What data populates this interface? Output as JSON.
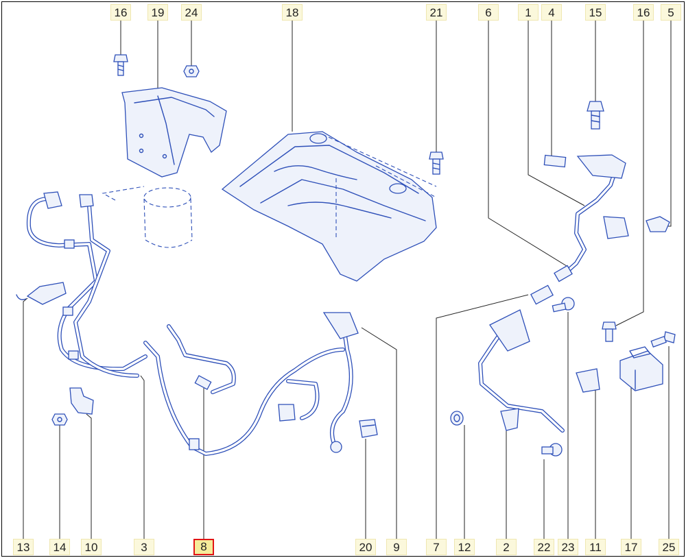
{
  "diagram": {
    "selected": "8",
    "callouts_top": [
      "16",
      "19",
      "24",
      "18",
      "21",
      "6",
      "1",
      "4",
      "15",
      "16",
      "5"
    ],
    "callouts_bottom": [
      "13",
      "14",
      "10",
      "3",
      "8",
      "20",
      "9",
      "7",
      "12",
      "2",
      "22",
      "23",
      "11",
      "17",
      "25"
    ]
  }
}
